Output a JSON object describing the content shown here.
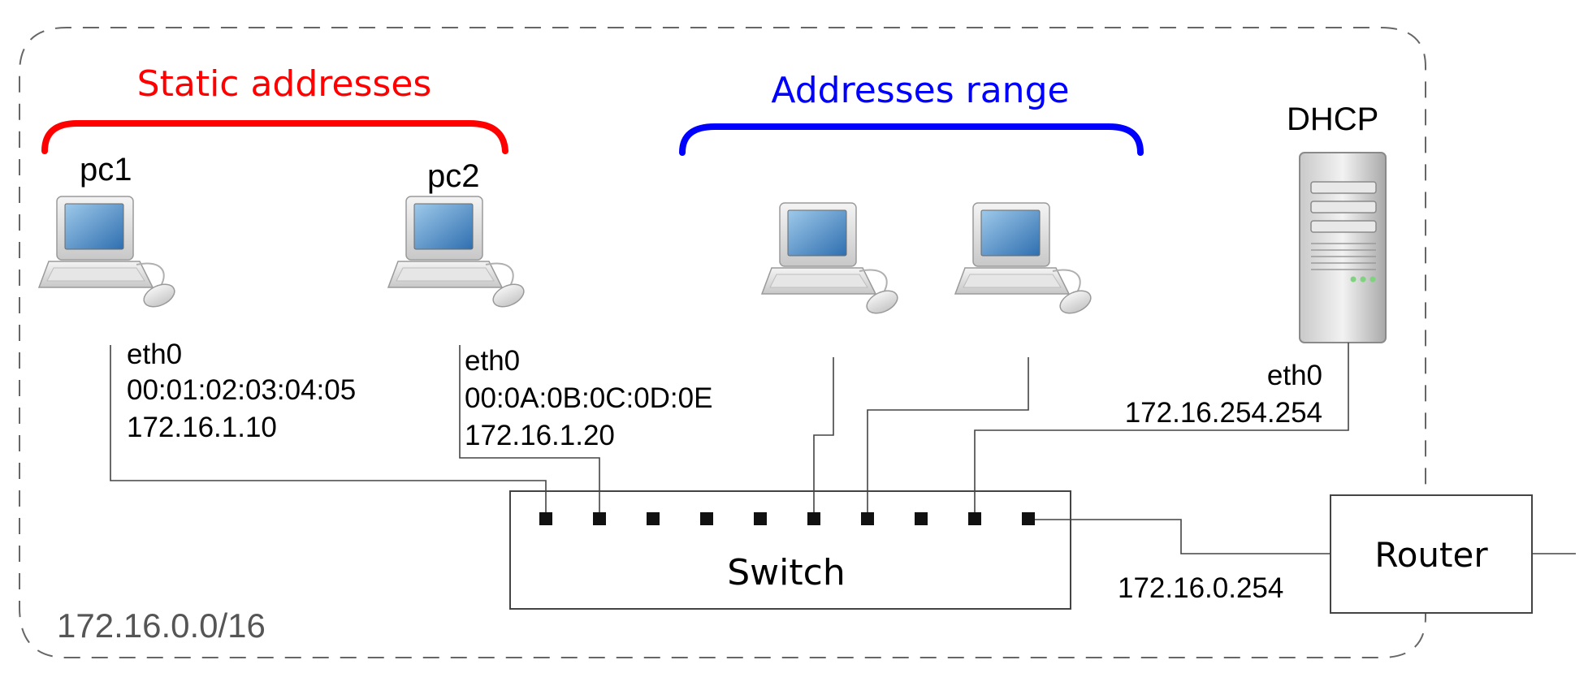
{
  "network": {
    "subnet_label": "172.16.0.0/16"
  },
  "groups": {
    "static": {
      "label": "Static addresses",
      "color": "#ff0000"
    },
    "range": {
      "label": "Addresses range",
      "color": "#0000ff"
    }
  },
  "hosts": {
    "pc1": {
      "name": "pc1",
      "iface": "eth0",
      "mac": "00:01:02:03:04:05",
      "ip": "172.16.1.10"
    },
    "pc2": {
      "name": "pc2",
      "iface": "eth0",
      "mac": "00:0A:0B:0C:0D:0E",
      "ip": "172.16.1.20"
    },
    "dhcp": {
      "name": "DHCP",
      "iface": "eth0",
      "ip": "172.16.254.254"
    }
  },
  "switch": {
    "label": "Switch"
  },
  "router": {
    "label": "Router",
    "ip": "172.16.0.254"
  },
  "icons": [
    "computer-icon",
    "server-icon",
    "switch-port-icon"
  ]
}
